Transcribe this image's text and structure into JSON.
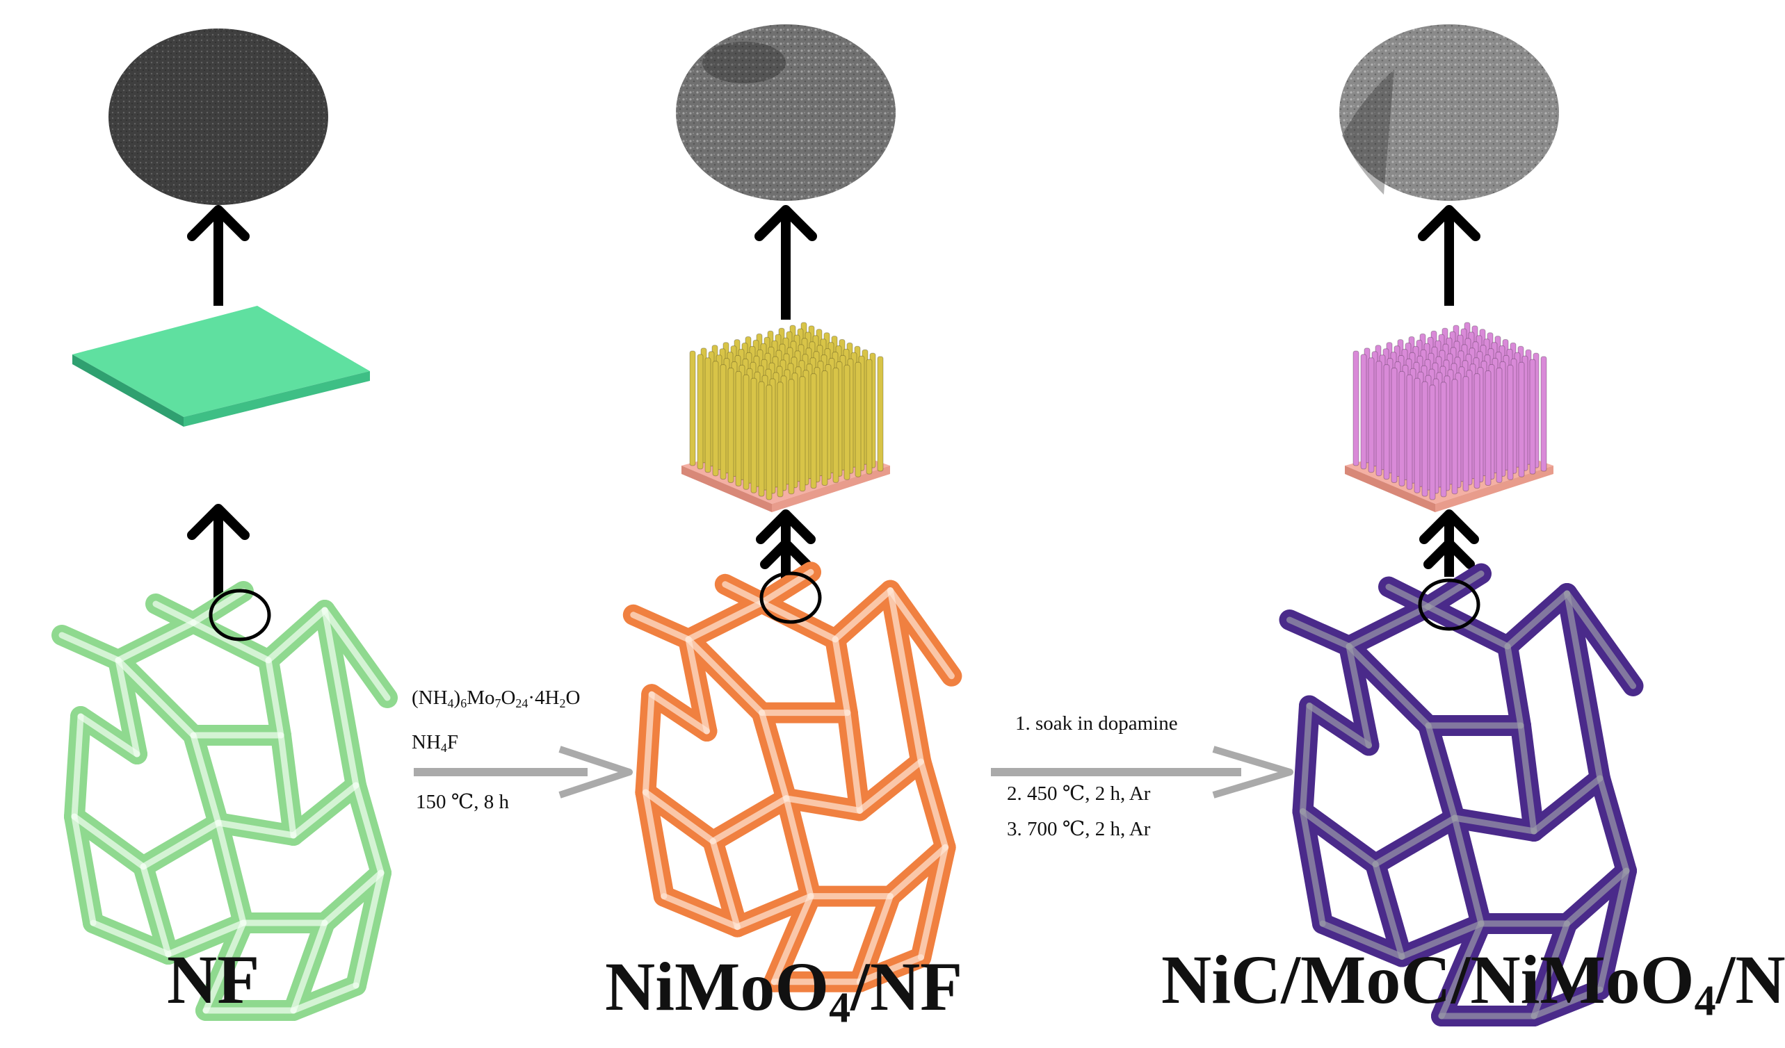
{
  "labels": {
    "nf": "NF",
    "nimoo4_nf": {
      "pre": "NiMoO",
      "sub": "4",
      "post": "/NF"
    },
    "final": {
      "pre": "NiC/MoC/NiMoO",
      "sub": "4",
      "post": "/NF"
    }
  },
  "step1": {
    "reagent1": {
      "a": "(NH",
      "s1": "4",
      "b": ")",
      "s2": "6",
      "c": "Mo",
      "s3": "7",
      "d": "O",
      "s4": "24",
      "e": "·4H",
      "s5": "2",
      "f": "O"
    },
    "reagent2": {
      "a": "NH",
      "s1": "4",
      "b": "F"
    },
    "condition": "150 ℃,  8  h"
  },
  "step2": {
    "line1": "1. soak in dopamine",
    "line2": "2. 450 ℃, 2 h, Ar",
    "line3": "3. 700 ℃, 2 h, Ar"
  },
  "colors": {
    "nf_foam": "#8fd98f",
    "sheet": "#5fe0a0",
    "nimoo4_foam": "#f08040",
    "nanorods_yellow": "#d8c448",
    "nimoo4c_foam": "#4a2a8a",
    "nanorods_pink": "#d98ad8",
    "substrate_pink": "#f4b0a4",
    "sem_dark": "#3f3f3f",
    "sem_mid": "#6a6a6a",
    "sem_light": "#8a8a8a",
    "arrow": "#000000",
    "process_arrow": "#aaaaaa"
  }
}
